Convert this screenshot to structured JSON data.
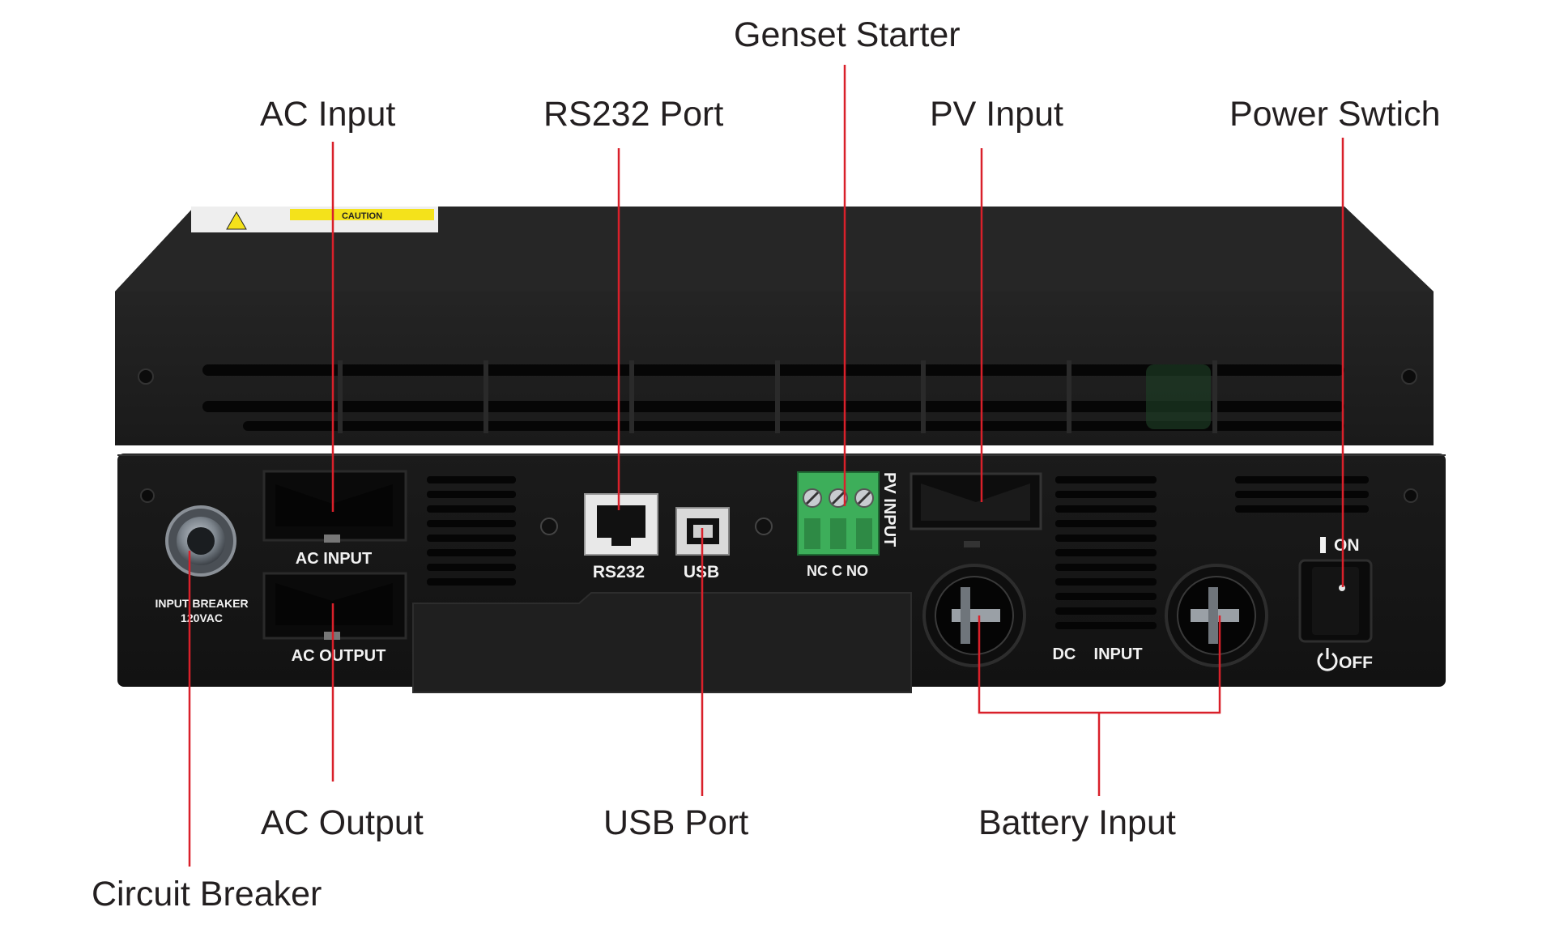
{
  "colors": {
    "leader_line": "#d9202a",
    "label_text": "#231f20",
    "chassis": "#1c1c1c",
    "panel": "#151515",
    "terminal_green": "#3dae5a",
    "caution_yellow": "#f4e21b"
  },
  "callouts": {
    "genset_starter": "Genset Starter",
    "ac_input": "AC Input",
    "rs232_port": "RS232 Port",
    "pv_input": "PV Input",
    "power_switch": "Power Swtich",
    "ac_output": "AC Output",
    "usb_port": "USB Port",
    "battery_input": "Battery Input",
    "circuit_breaker": "Circuit Breaker"
  },
  "device": {
    "caution_sticker": "CAUTION",
    "ac_input_label": "AC INPUT",
    "ac_output_label": "AC OUTPUT",
    "breaker_label_line1": "INPUT BREAKER",
    "breaker_label_line2": "120VAC",
    "rs232_label": "RS232",
    "usb_label": "USB",
    "genset_terminal_label": "NC C NO",
    "pv_input_label": "PV INPUT",
    "dc_input_label": "DC    INPUT",
    "switch_on_label": "ON",
    "switch_off_label": "OFF"
  }
}
